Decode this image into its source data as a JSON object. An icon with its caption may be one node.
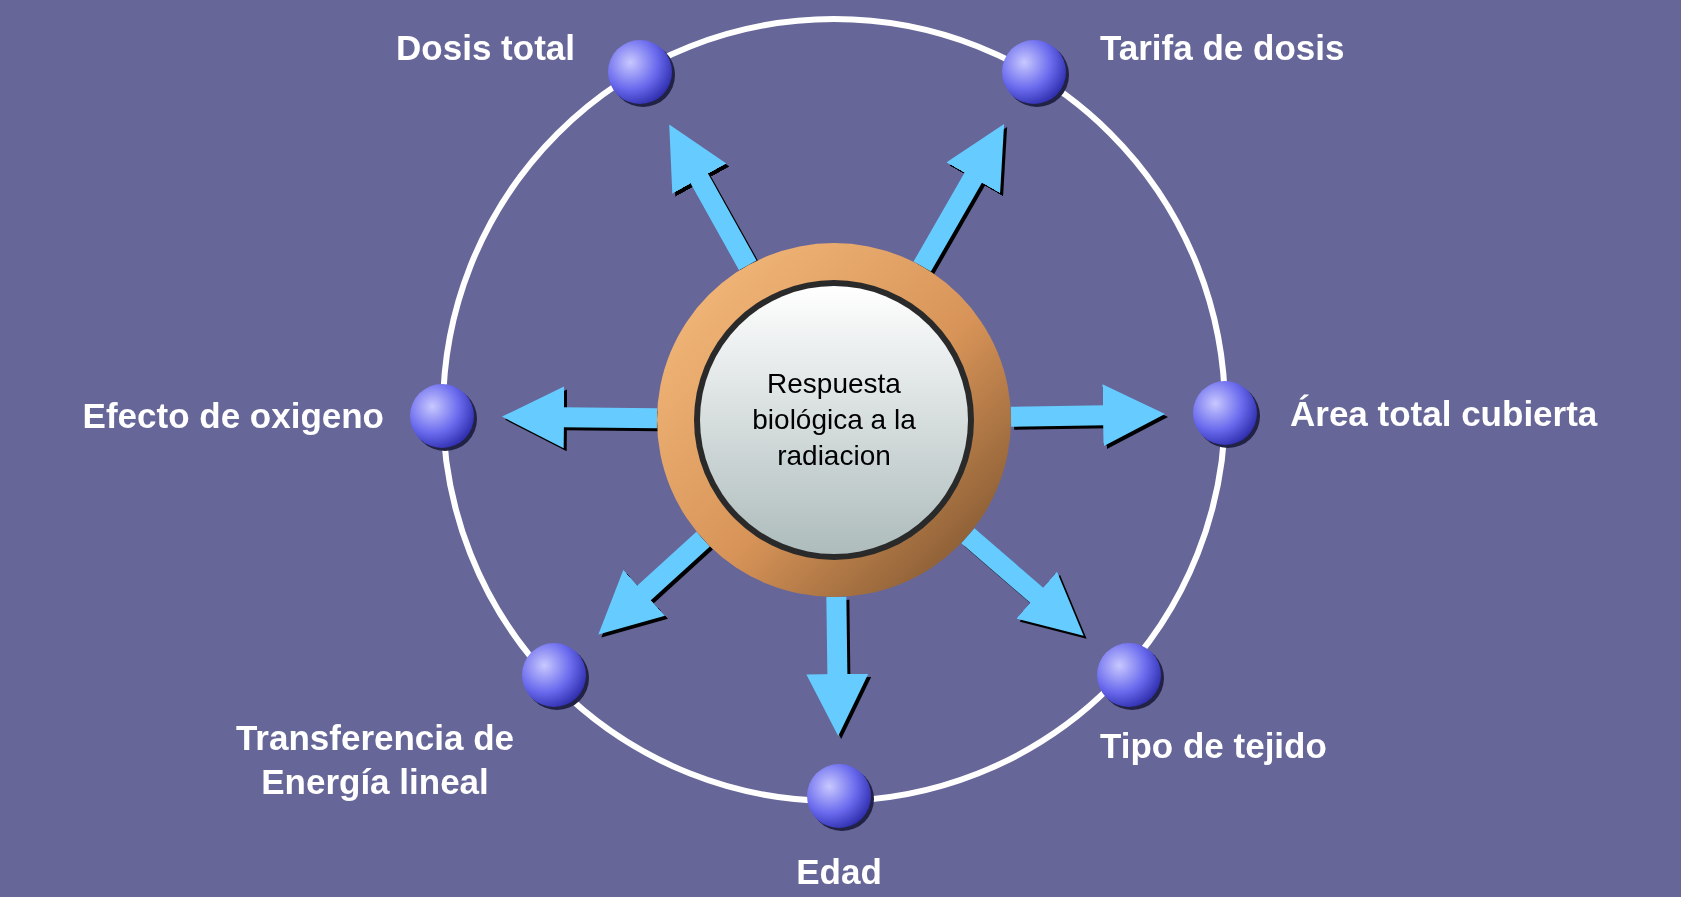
{
  "diagram": {
    "nodes": [
      {
        "text": [
          "Respuesta biológica a la radiacion"
        ]
      },
      {
        "text": [
          "Dosis total"
        ]
      },
      {
        "text": [
          "Tarifa de dosis"
        ]
      },
      {
        "text": [
          "Efecto de oxigeno"
        ]
      },
      {
        "text": [
          "Área total cubierta"
        ]
      },
      {
        "text": [
          "Transferencia de Energía lineal"
        ]
      },
      {
        "text": [
          "Tipo de tejido"
        ]
      },
      {
        "text": [
          "Edad"
        ]
      }
    ],
    "edges": [
      {
        "from": 0,
        "to": 1,
        "arrow": "to"
      },
      {
        "from": 0,
        "to": 2,
        "arrow": "to"
      },
      {
        "from": 0,
        "to": 3,
        "arrow": "to"
      },
      {
        "from": 0,
        "to": 4,
        "arrow": "to"
      },
      {
        "from": 0,
        "to": 5,
        "arrow": "to"
      },
      {
        "from": 0,
        "to": 6,
        "arrow": "to"
      },
      {
        "from": 0,
        "to": 7,
        "arrow": "to"
      }
    ]
  }
}
